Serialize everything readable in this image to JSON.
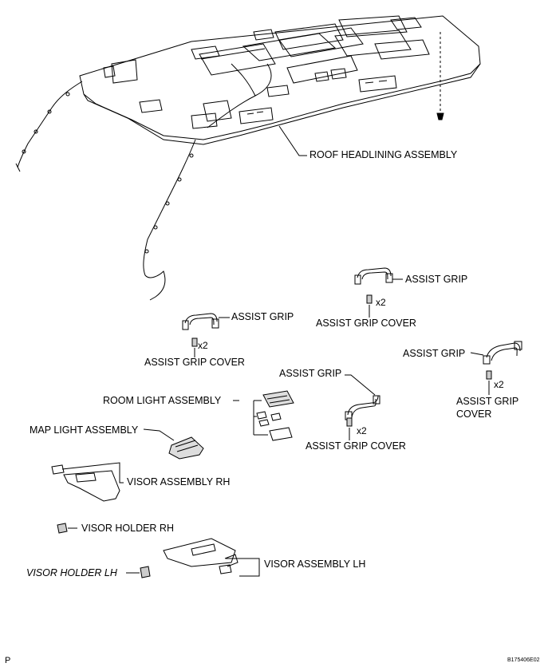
{
  "labels": {
    "roof_headlining": "ROOF HEADLINING ASSEMBLY",
    "assist_grip_1": "ASSIST GRIP",
    "assist_grip_2": "ASSIST GRIP",
    "assist_grip_3": "ASSIST GRIP",
    "assist_grip_4": "ASSIST GRIP",
    "assist_grip_cover_1": "ASSIST GRIP COVER",
    "assist_grip_cover_2": "ASSIST GRIP COVER",
    "assist_grip_cover_3": "ASSIST GRIP COVER",
    "assist_grip_cover_4a": "ASSIST GRIP",
    "assist_grip_cover_4b": "COVER",
    "x2_1": "x2",
    "x2_2": "x2",
    "x2_3": "x2",
    "x2_4": "x2",
    "room_light": "ROOM LIGHT ASSEMBLY",
    "map_light": "MAP LIGHT ASSEMBLY",
    "visor_rh": "VISOR ASSEMBLY RH",
    "visor_holder_rh": "VISOR HOLDER RH",
    "visor_lh": "VISOR ASSEMBLY LH",
    "visor_holder_lh": "VISOR HOLDER LH"
  },
  "footer": {
    "page_letter": "P",
    "figure_code": "B175406E02"
  }
}
